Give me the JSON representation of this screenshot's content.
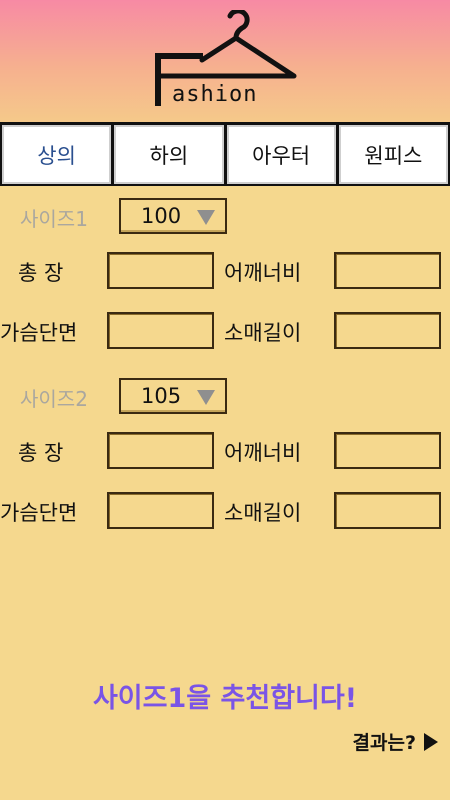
{
  "header": {
    "logo_text": "ashion"
  },
  "tabs": [
    {
      "label": "상의",
      "active": true
    },
    {
      "label": "하의",
      "active": false
    },
    {
      "label": "아우터",
      "active": false
    },
    {
      "label": "원피스",
      "active": false
    }
  ],
  "size1": {
    "label": "사이즈1",
    "selected": "100",
    "fields": {
      "length": "총 장",
      "shoulder": "어깨너비",
      "chest": "가슴단면",
      "sleeve": "소매길이"
    }
  },
  "size2": {
    "label": "사이즈2",
    "selected": "105",
    "fields": {
      "length": "총 장",
      "shoulder": "어깨너비",
      "chest": "가슴단면",
      "sleeve": "소매길이"
    }
  },
  "result": {
    "message": "사이즈1을 추천합니다!",
    "link_label": "결과는?"
  },
  "colors": {
    "accent": "#7a54e6",
    "active_tab": "#2a4f8f",
    "background": "#f5d88e"
  }
}
